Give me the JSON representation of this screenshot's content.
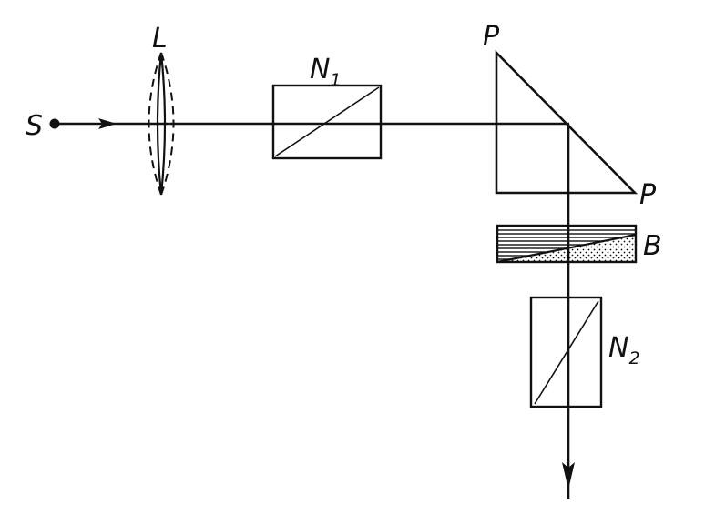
{
  "labels": {
    "source": "S",
    "lens": "L",
    "nicol1": "N",
    "nicol1_sub": "1",
    "prism_top": "P",
    "prism_right": "P",
    "plate": "B",
    "nicol2": "N",
    "nicol2_sub": "2"
  },
  "colors": {
    "ink": "#111111",
    "background": "#ffffff"
  }
}
